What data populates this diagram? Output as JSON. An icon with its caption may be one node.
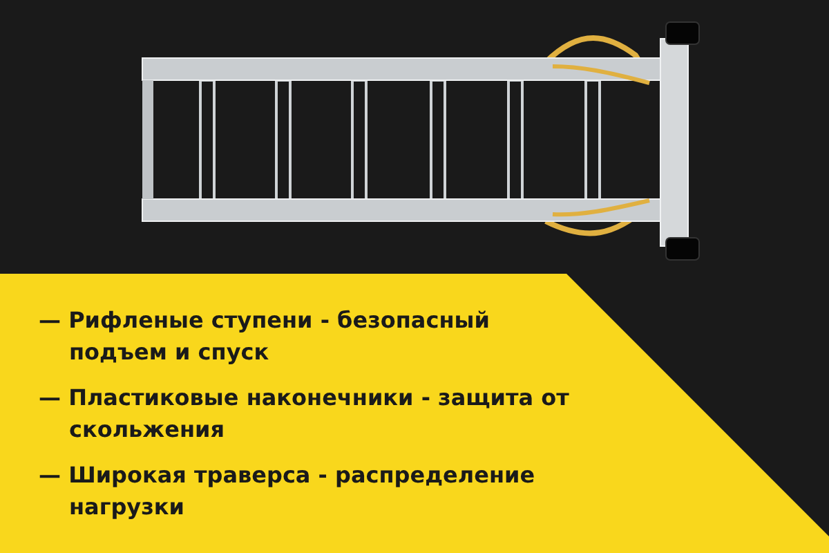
{
  "diagram": {
    "labels": [
      "— Рифленые ступени - безопасный подъем и спуск",
      "— Пластиковые наконечники - защита от скольжения",
      "— Широкая траверса - распределение нагрузки"
    ]
  }
}
